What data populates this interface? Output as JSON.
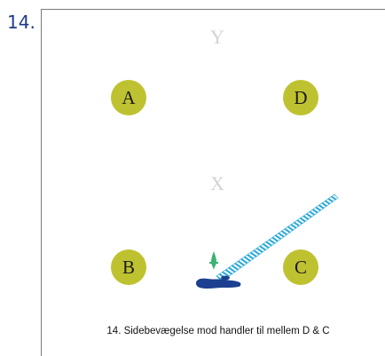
{
  "exercise": {
    "number_label": "14.",
    "caption": "14. Sidebevægelse mod handler til mellem D & C"
  },
  "field": {
    "label_y": "Y",
    "label_x": "X"
  },
  "cones": [
    {
      "letter": "A"
    },
    {
      "letter": "D"
    },
    {
      "letter": "B"
    },
    {
      "letter": "C"
    }
  ],
  "colors": {
    "cone_fill": "#bfc230",
    "label_grey": "#d3d3d3",
    "player_blue": "#1d3f8f",
    "handler_green": "#3cb371",
    "movement_trail": "#27a8d8",
    "frame": "#7a7a7a"
  },
  "icons": {
    "player": "player-top-view-icon",
    "handler": "handler-marker-icon",
    "movement": "movement-trail-icon"
  }
}
